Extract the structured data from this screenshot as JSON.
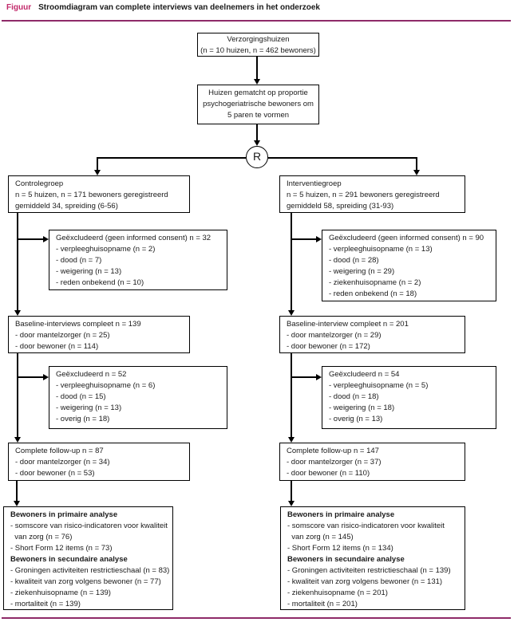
{
  "header": {
    "label": "Figuur",
    "title": "Stroomdiagram van complete interviews van deelnemers in het onderzoek"
  },
  "colors": {
    "accent": "#c2286a",
    "rule": "#8e2a68"
  },
  "flow": {
    "randomization_label": "R",
    "start": [
      "Verzorgingshuizen",
      "(n = 10 huizen, n = 462 bewoners)"
    ],
    "matching": [
      "Huizen gematcht op proportie",
      "psychogeriatrische bewoners om",
      "5 paren te vormen"
    ],
    "control": {
      "group": [
        "Controlegroep",
        "n = 5 huizen, n = 171 bewoners geregistreerd",
        "gemiddeld 34, spreiding (6-56)"
      ],
      "excluded_consent": [
        "Geëxcludeerd (geen informed consent) n = 32",
        "- verpleeghuisopname (n = 2)",
        "- dood (n = 7)",
        "- weigering (n = 13)",
        "- reden onbekend (n = 10)"
      ],
      "baseline": [
        "Baseline-interviews compleet n = 139",
        "- door mantelzorger (n = 25)",
        "- door bewoner (n = 114)"
      ],
      "excluded_followup": [
        "Geëxcludeerd n = 52",
        "- verpleeghuisopname (n = 6)",
        "- dood (n = 15)",
        "- weigering (n = 13)",
        "- overig (n = 18)"
      ],
      "followup": [
        "Complete follow-up n = 87",
        "- door mantelzorger (n = 34)",
        "- door bewoner (n = 53)"
      ],
      "analysis": {
        "primary_heading": "Bewoners in primaire analyse",
        "primary_items": [
          "- somscore van risico-indicatoren voor kwaliteit",
          "  van zorg (n = 76)",
          "- Short Form 12 items (n = 73)"
        ],
        "secondary_heading": "Bewoners in secundaire analyse",
        "secondary_items": [
          "- Groningen activiteiten restrictieschaal (n = 83)",
          "- kwaliteit van zorg volgens bewoner (n = 77)",
          "- ziekenhuisopname (n = 139)",
          "- mortaliteit (n = 139)"
        ]
      }
    },
    "intervention": {
      "group": [
        "Interventiegroep",
        "n = 5 huizen, n = 291 bewoners geregistreerd",
        "gemiddeld 58, spreiding (31-93)"
      ],
      "excluded_consent": [
        "Geëxcludeerd (geen informed consent) n = 90",
        "- verpleeghuisopname (n = 13)",
        "- dood (n = 28)",
        "- weigering (n = 29)",
        "- ziekenhuisopname (n = 2)",
        "- reden onbekend (n = 18)"
      ],
      "baseline": [
        "Baseline-interview compleet n = 201",
        "- door mantelzorger (n = 29)",
        "- door bewoner (n = 172)"
      ],
      "excluded_followup": [
        "Geëxcludeerd n = 54",
        "- verpleeghuisopname (n = 5)",
        "- dood (n = 18)",
        "- weigering (n = 18)",
        "- overig (n = 13)"
      ],
      "followup": [
        "Complete follow-up n = 147",
        "- door mantelzorger (n = 37)",
        "- door bewoner (n = 110)"
      ],
      "analysis": {
        "primary_heading": "Bewoners in primaire analyse",
        "primary_items": [
          "- somscore van risico-indicatoren voor kwaliteit",
          "  van zorg (n = 145)",
          "- Short Form 12 items (n = 134)"
        ],
        "secondary_heading": "Bewoners in secundaire analyse",
        "secondary_items": [
          "- Groningen activiteiten restrictieschaal (n = 139)",
          "- kwaliteit van zorg volgens bewoner (n = 131)",
          "- ziekenhuisopname (n = 201)",
          "- mortaliteit (n = 201)"
        ]
      }
    }
  }
}
